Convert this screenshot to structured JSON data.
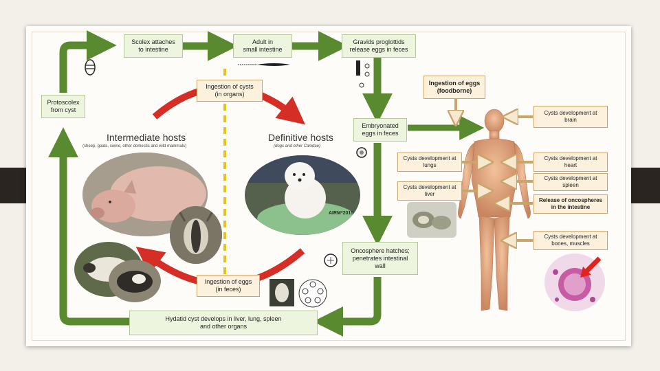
{
  "colors": {
    "cycle_arrow": "#5a8a2f",
    "host_arrow": "#d42e26",
    "divider": "#e6c21a",
    "info_box": "#fbf1dc",
    "step_box": "#eef5df"
  },
  "steps": {
    "protoscolex": [
      "Protoscolex",
      "from cyst"
    ],
    "scolex": [
      "Scolex attaches",
      "to intestine"
    ],
    "adult": [
      "Adult in",
      "small intestine"
    ],
    "gravid": [
      "Gravids proglottids",
      "release eggs in feces"
    ],
    "embryonated": [
      "Embryonated",
      "eggs in feces"
    ],
    "oncosphere": [
      "Oncosphere hatches;",
      "penetrates intestinal",
      "wall"
    ],
    "hydatid": [
      "Hydatid cyst develops in liver, lung, spleen",
      "and other organs"
    ]
  },
  "transmission": {
    "cysts": [
      "Ingestion of cysts",
      "(in organs)"
    ],
    "eggs": [
      "Ingestion of eggs",
      "(in feces)"
    ]
  },
  "hosts": {
    "intermediate_title": "Intermediate hosts",
    "intermediate_sub": "(sheep, goats, swine, other domestic and wild mammals)",
    "definitive_title": "Definitive hosts",
    "definitive_sub": "(dogs and other Canidae)"
  },
  "watermark": "AIRM*2015",
  "human": {
    "foodborne": [
      "Ingestion of eggs",
      "(foodborne)"
    ],
    "brain": [
      "Cysts development at",
      "brain"
    ],
    "lungs": [
      "Cysts development at",
      "lungs"
    ],
    "heart": [
      "Cysts development at",
      "heart"
    ],
    "liver": [
      "Cysts development at",
      "liver"
    ],
    "spleen": [
      "Cysts development at",
      "spleen"
    ],
    "release": [
      "Release of oncospheres",
      "in the intestine"
    ],
    "bones": [
      "Cysts development at",
      "bones, muscles"
    ]
  },
  "icons": [
    "worm-scolex-icon",
    "adult-tapeworm-icon",
    "proglottid-eggs-icon",
    "egg-icon",
    "oncosphere-icon",
    "hydatid-cyst-icon"
  ]
}
